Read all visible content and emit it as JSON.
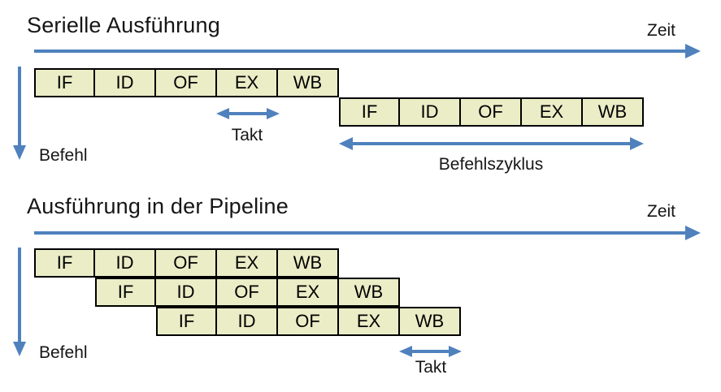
{
  "colors": {
    "cell_fill": "#eaedc6",
    "cell_border": "#000000",
    "arrow": "#4f81bd",
    "text": "#161616"
  },
  "serial": {
    "title": "Serielle Ausführung",
    "time_label": "Zeit",
    "instruction_label": "Befehl",
    "takt_label": "Takt",
    "cycle_label": "Befehlszyklus",
    "rows": [
      {
        "stages": [
          "IF",
          "ID",
          "OF",
          "EX",
          "WB"
        ]
      },
      {
        "stages": [
          "IF",
          "ID",
          "OF",
          "EX",
          "WB"
        ]
      }
    ]
  },
  "pipeline": {
    "title": "Ausführung in der Pipeline",
    "time_label": "Zeit",
    "instruction_label": "Befehl",
    "takt_label": "Takt",
    "rows": [
      {
        "stages": [
          "IF",
          "ID",
          "OF",
          "EX",
          "WB"
        ]
      },
      {
        "stages": [
          "IF",
          "ID",
          "OF",
          "EX",
          "WB"
        ]
      },
      {
        "stages": [
          "IF",
          "ID",
          "OF",
          "EX",
          "WB"
        ]
      }
    ]
  }
}
